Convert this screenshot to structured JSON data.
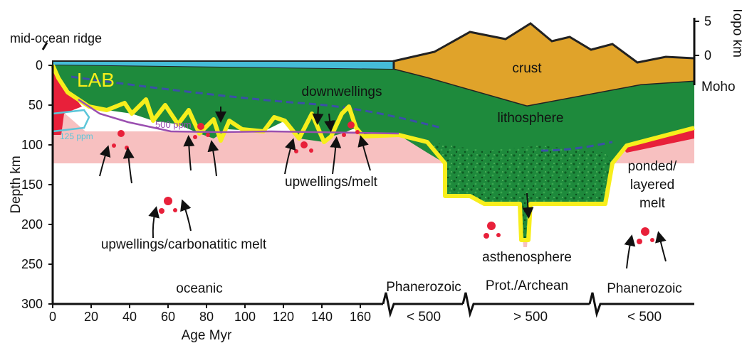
{
  "labels": {
    "mid_ocean_ridge": "mid-ocean ridge",
    "lab": "LAB",
    "crust": "crust",
    "moho": "Moho",
    "downwellings": "downwellings",
    "lithosphere": "lithosphere",
    "ppm_500": "500 ppm",
    "ppm_125": "125 ppm",
    "upwellings_melt": "upwellings/melt",
    "upwellings_carbonatitic": "upwellings/carbonatitic melt",
    "ponded_line1": "ponded/",
    "ponded_line2": "layered",
    "ponded_line3": "melt",
    "asthenosphere": "asthenosphere",
    "oceanic": "oceanic",
    "phanerozoic_left": "Phanerozoic",
    "prot_archean": "Prot./Archean",
    "phanerozoic_right": "Phanerozoic",
    "age_lt500_left": "< 500",
    "age_gt500": "> 500",
    "age_lt500_right": "< 500"
  },
  "axes": {
    "y_title": "Depth km",
    "y_ticks": [
      "0",
      "50",
      "100",
      "150",
      "200",
      "250",
      "300"
    ],
    "x_title": "Age Myr",
    "x_ticks": [
      "0",
      "20",
      "40",
      "60",
      "80",
      "100",
      "120",
      "140",
      "160"
    ],
    "topo_title": "Topo km",
    "topo_ticks": [
      "5",
      "0"
    ]
  },
  "colors": {
    "crust": "#e0a32a",
    "lithosphere": "#1e8a3c",
    "asthenosphere_pink": "#f7c0c0",
    "lab_line": "#f7ee1c",
    "ocean": "#45bcd8",
    "melt_red": "#e8203a",
    "contour_500": "#9a4fb0",
    "contour_125": "#5cc6d9",
    "dashed_line": "#3b4fa8"
  }
}
